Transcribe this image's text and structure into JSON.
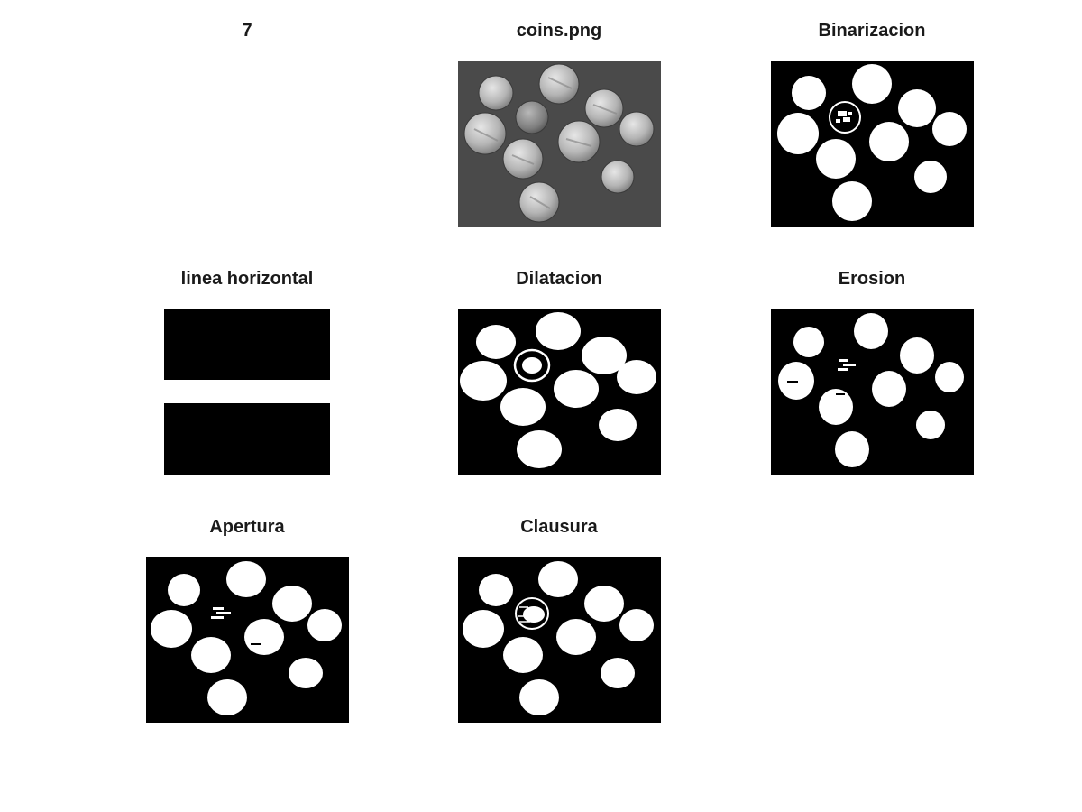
{
  "figure": {
    "subplots": [
      {
        "title": "7"
      },
      {
        "title": "coins.png"
      },
      {
        "title": "Binarizacion"
      },
      {
        "title": "linea horizontal"
      },
      {
        "title": "Dilatacion"
      },
      {
        "title": "Erosion"
      },
      {
        "title": "Apertura"
      },
      {
        "title": "Clausura"
      }
    ]
  },
  "colors": {
    "background": "#ffffff",
    "binary_background": "#000000",
    "binary_foreground": "#ffffff",
    "coins_background": "#4a4a4a"
  }
}
